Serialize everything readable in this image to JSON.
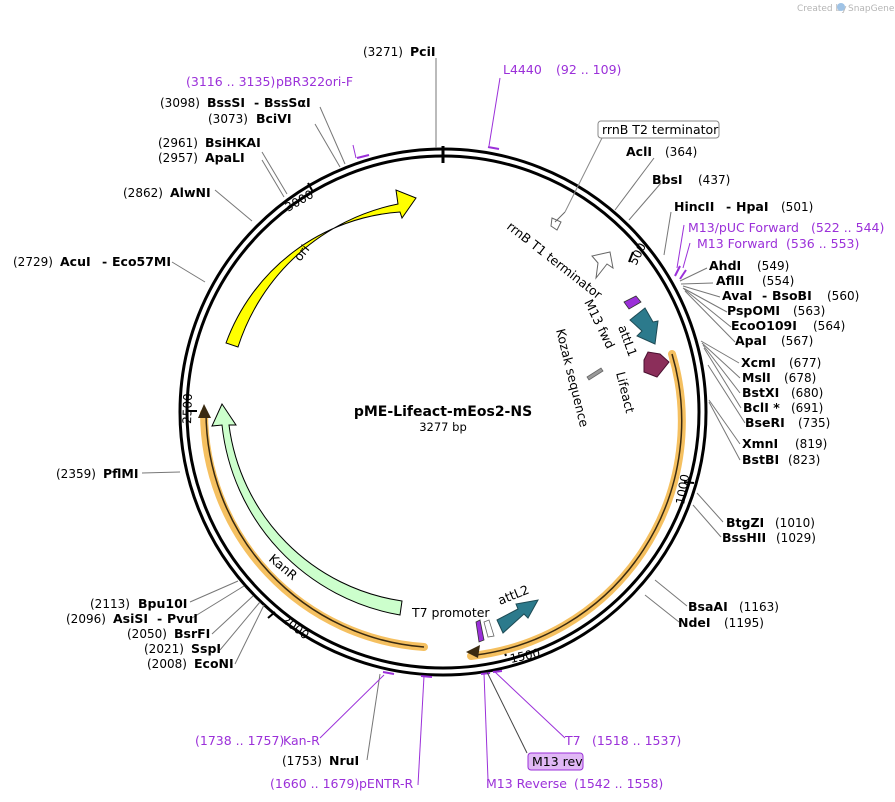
{
  "brand": {
    "created_by": "Created by",
    "app": "SnapGene"
  },
  "plasmid": {
    "name": "pME-Lifeact-mEos2-NS",
    "size": "3277 bp"
  },
  "ticks": [
    "500",
    "1000",
    "1500",
    "2000",
    "2500",
    "3000"
  ],
  "features": {
    "ori": "ori",
    "kanr": "KanR",
    "rrnb_t2": "rrnB T2 terminator",
    "rrnb_t1": "rrnB T1 terminator",
    "m13_fwd": "M13 fwd",
    "attl1": "attL1",
    "kozak": "Kozak sequence",
    "lifeact": "Lifeact",
    "t7_promoter": "T7 promoter",
    "attl2": "attL2",
    "m13_rev": "M13 rev"
  },
  "sites": [
    {
      "pos": "(3271)",
      "name": "PciI"
    },
    {
      "pos": "(3098)",
      "name": "BssSI",
      "alt": "BssSαI"
    },
    {
      "pos": "(3073)",
      "name": "BciVI"
    },
    {
      "pos": "(2961)",
      "name": "BsiHKAI"
    },
    {
      "pos": "(2957)",
      "name": "ApaLI"
    },
    {
      "pos": "(2862)",
      "name": "AlwNI"
    },
    {
      "pos": "(2729)",
      "name": "AcuI",
      "alt": "Eco57MI"
    },
    {
      "pos": "(2359)",
      "name": "PflMI"
    },
    {
      "pos": "(2113)",
      "name": "Bpu10I"
    },
    {
      "pos": "(2096)",
      "name": "AsiSI",
      "alt": "PvuI"
    },
    {
      "pos": "(2050)",
      "name": "BsrFI"
    },
    {
      "pos": "(2021)",
      "name": "SspI"
    },
    {
      "pos": "(2008)",
      "name": "EcoNI"
    },
    {
      "pos": "(1753)",
      "name": "NruI"
    },
    {
      "pos": "(364)",
      "name": "AclI"
    },
    {
      "pos": "(437)",
      "name": "BbsI"
    },
    {
      "pos": "(501)",
      "name": "HincII",
      "alt": "HpaI"
    },
    {
      "pos": "(549)",
      "name": "AhdI"
    },
    {
      "pos": "(554)",
      "name": "AflII"
    },
    {
      "pos": "(560)",
      "name": "AvaI",
      "alt": "BsoBI"
    },
    {
      "pos": "(563)",
      "name": "PspOMI"
    },
    {
      "pos": "(564)",
      "name": "EcoO109I"
    },
    {
      "pos": "(567)",
      "name": "ApaI"
    },
    {
      "pos": "(677)",
      "name": "XcmI"
    },
    {
      "pos": "(678)",
      "name": "MslI"
    },
    {
      "pos": "(680)",
      "name": "BstXI"
    },
    {
      "pos": "(691)",
      "name": "BclI *"
    },
    {
      "pos": "(735)",
      "name": "BseRI"
    },
    {
      "pos": "(819)",
      "name": "XmnI"
    },
    {
      "pos": "(823)",
      "name": "BstBI"
    },
    {
      "pos": "(1010)",
      "name": "BtgZI"
    },
    {
      "pos": "(1029)",
      "name": "BssHII"
    },
    {
      "pos": "(1163)",
      "name": "BsaAI"
    },
    {
      "pos": "(1195)",
      "name": "NdeI"
    }
  ],
  "primers": [
    {
      "range": "(3116 .. 3135)",
      "name": "pBR322ori-F"
    },
    {
      "range": "(92 .. 109)",
      "name": "L4440"
    },
    {
      "range": "(522 .. 544)",
      "name": "M13/pUC Forward"
    },
    {
      "range": "(536 .. 553)",
      "name": "M13 Forward"
    },
    {
      "range": "(1738 .. 1757)",
      "name": "Kan-R"
    },
    {
      "range": "(1660 .. 1679)",
      "name": "pENTR-R"
    },
    {
      "range": "(1518 .. 1537)",
      "name": "T7"
    },
    {
      "range": "(1542 .. 1558)",
      "name": "M13 Reverse"
    }
  ],
  "colors": {
    "ori": "#ffff00",
    "kanr": "#ccffcc",
    "orange_band": "#f5c060",
    "att": "#2c7a8c",
    "lifeact": "#8b2e5a",
    "primer": "#9b30d9",
    "m13rev_box": "#e0b8f5"
  }
}
